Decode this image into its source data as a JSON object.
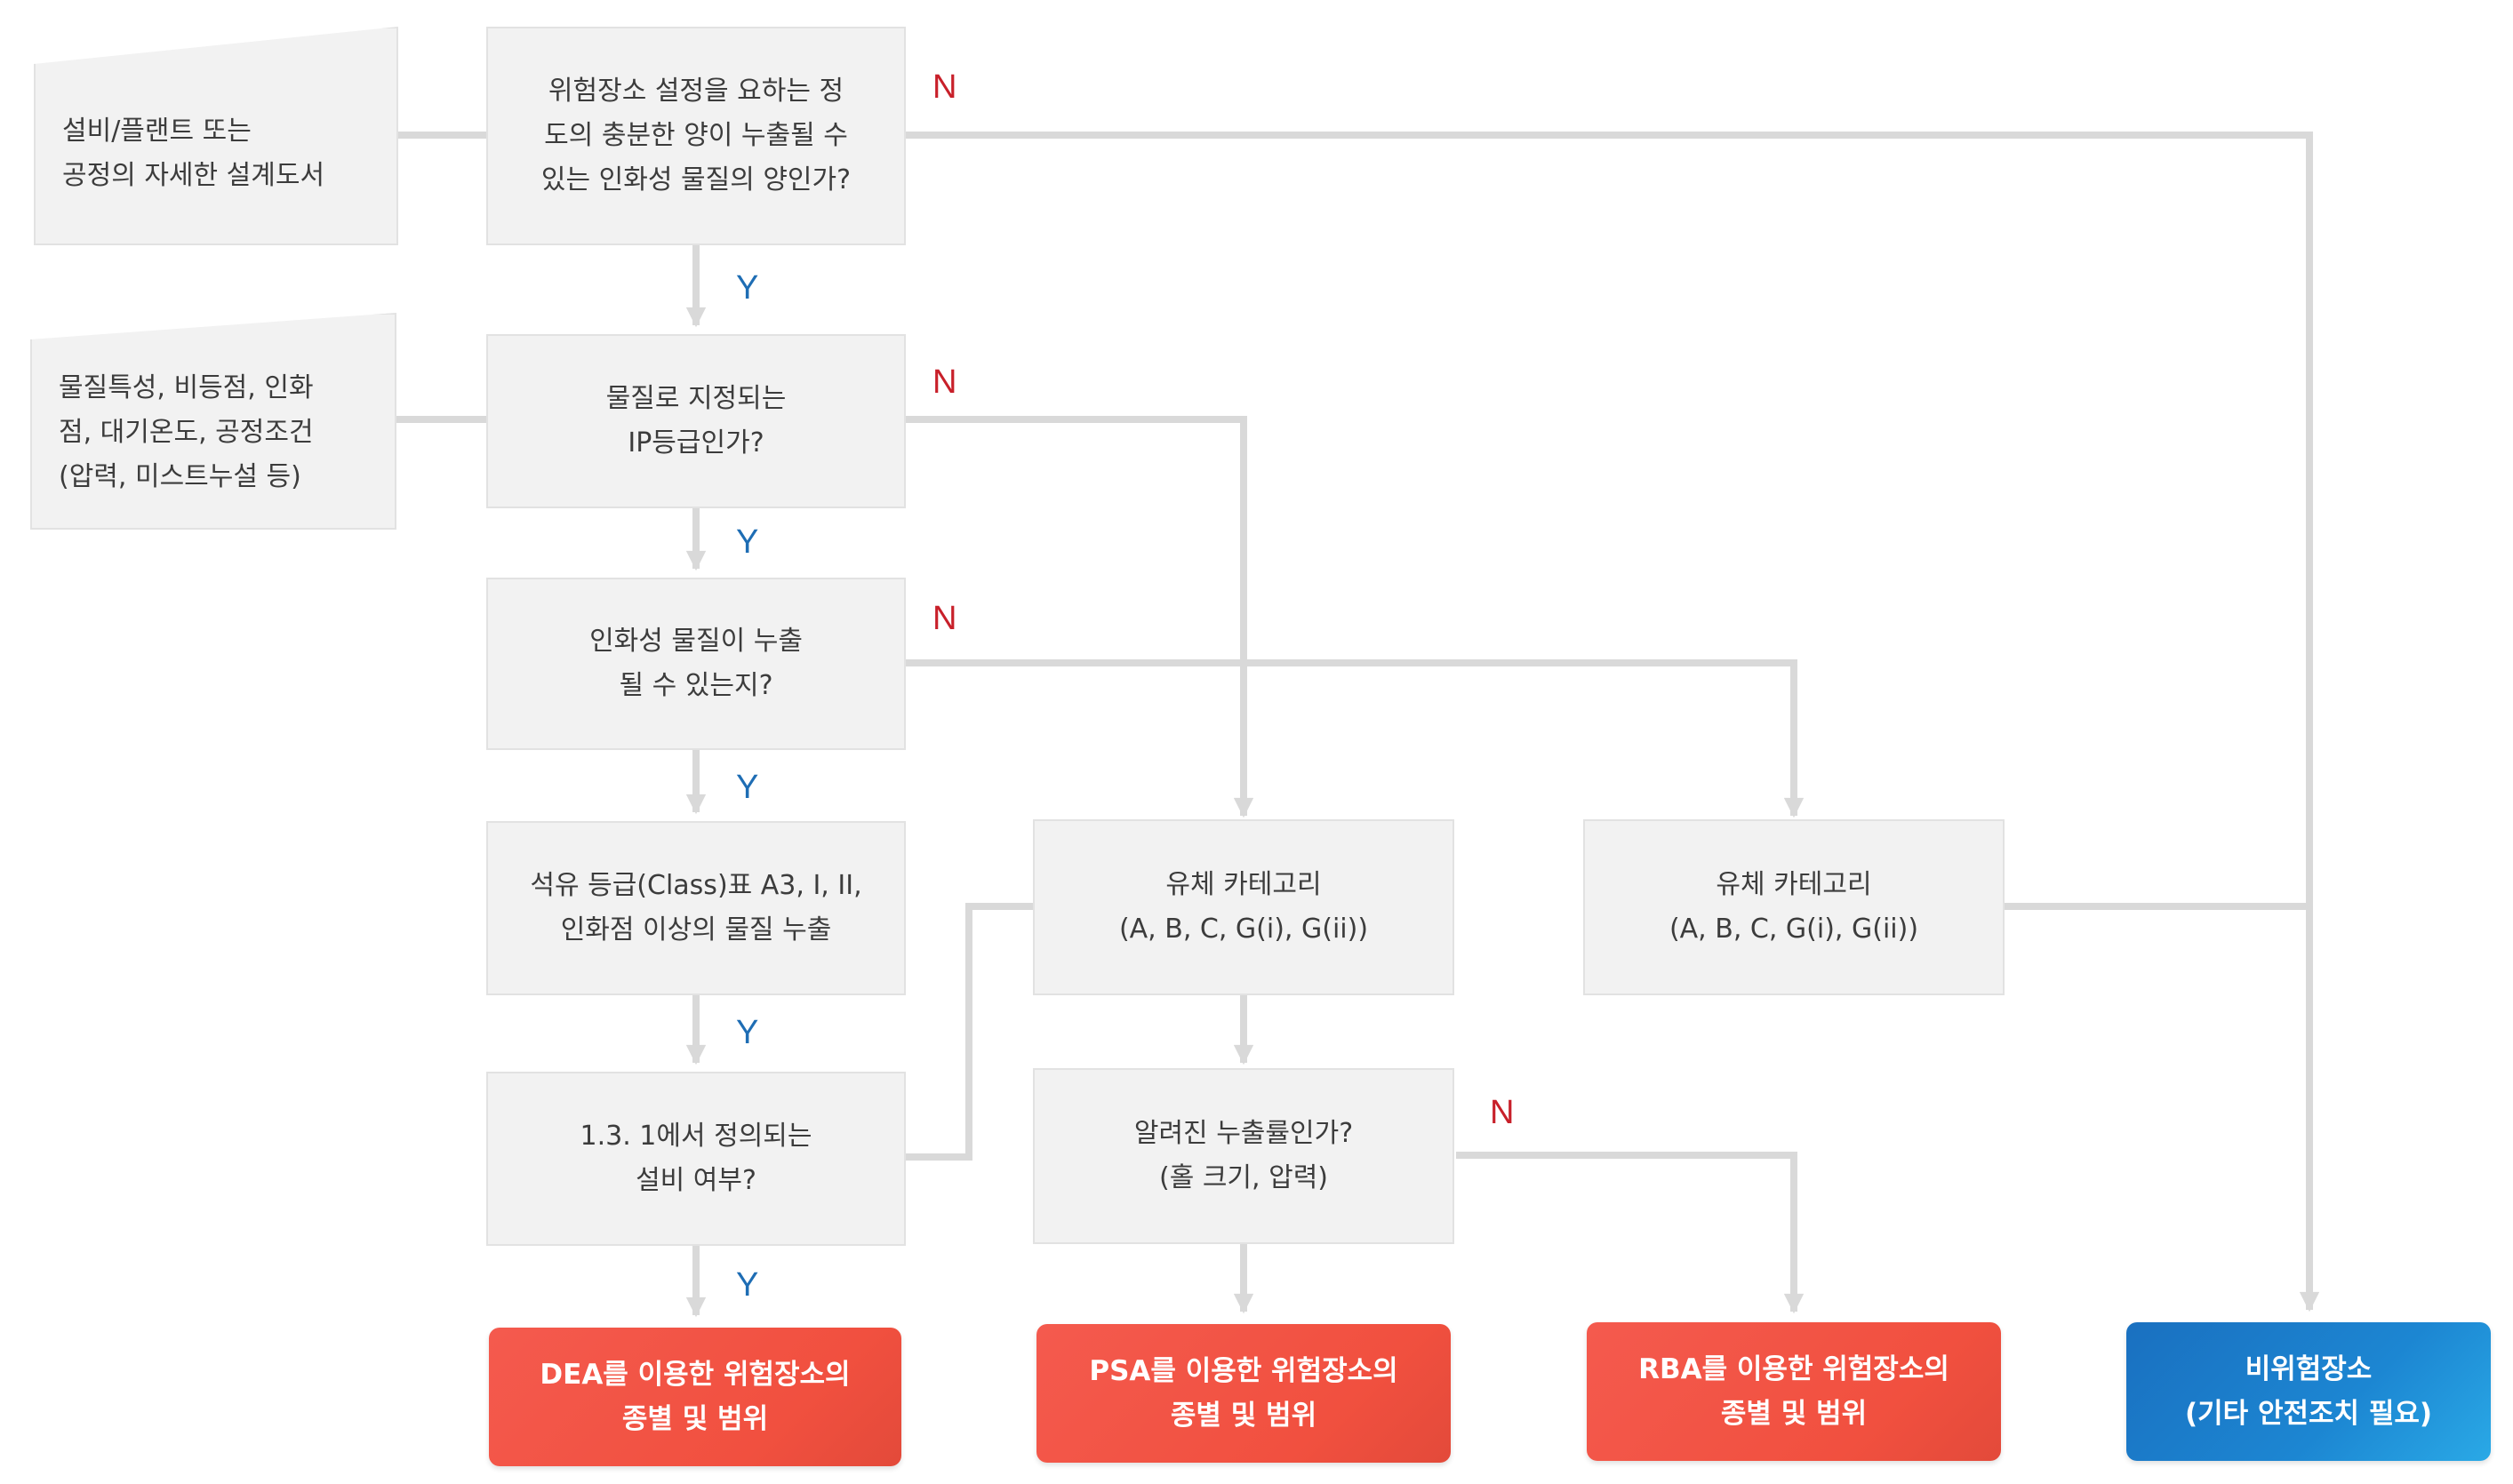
{
  "inputs": {
    "design_docs": {
      "lines": [
        "설비/플랜트 또는",
        "공정의 자세한 설계도서"
      ]
    },
    "material_props": {
      "lines": [
        "물질특성, 비등점, 인화",
        "점, 대기온도, 공정조건",
        "(압력, 미스트누설 등)"
      ]
    }
  },
  "decisions": {
    "q1": {
      "lines": [
        "위험장소 설정을 요하는 정",
        "도의 충분한 양이 누출될 수",
        "있는 인화성 물질의 양인가?"
      ]
    },
    "q2": {
      "lines": [
        "물질로 지정되는",
        "IP등급인가?"
      ]
    },
    "q3": {
      "lines": [
        "인화성 물질이 누출",
        "될 수 있는지?"
      ]
    },
    "q4": {
      "lines": [
        "석유 등급(Class)표 A3, I, II,",
        "인화점 이상의 물질 누출"
      ]
    },
    "q5": {
      "lines": [
        "1.3. 1에서 정의되는",
        "설비 여부?"
      ]
    },
    "fluid_a": {
      "lines": [
        "유체 카테고리",
        "(A, B, C, G(i), G(ii))"
      ]
    },
    "fluid_b": {
      "lines": [
        "유체 카테고리",
        "(A, B, C, G(i), G(ii))"
      ]
    },
    "leak_rate": {
      "lines": [
        "알려진 누출률인가?",
        "(홀 크기, 압력)"
      ]
    }
  },
  "results": {
    "dea": {
      "lines": [
        "DEA를 이용한 위험장소의",
        "종별 및 범위"
      ]
    },
    "psa": {
      "lines": [
        "PSA를 이용한 위험장소의",
        "종별 및 범위"
      ]
    },
    "rba": {
      "lines": [
        "RBA를 이용한 위험장소의",
        "종별 및 범위"
      ]
    },
    "non_hazard": {
      "lines": [
        "비위험장소",
        "(기타 안전조치 필요)"
      ]
    }
  },
  "labels": {
    "no": "N",
    "yes": "Y"
  },
  "colors": {
    "connector": "#d9d9d9",
    "no": "#c8202a",
    "yes": "#1e6db4",
    "result_red": "#f1503f",
    "result_blue": "#1c86d2"
  }
}
